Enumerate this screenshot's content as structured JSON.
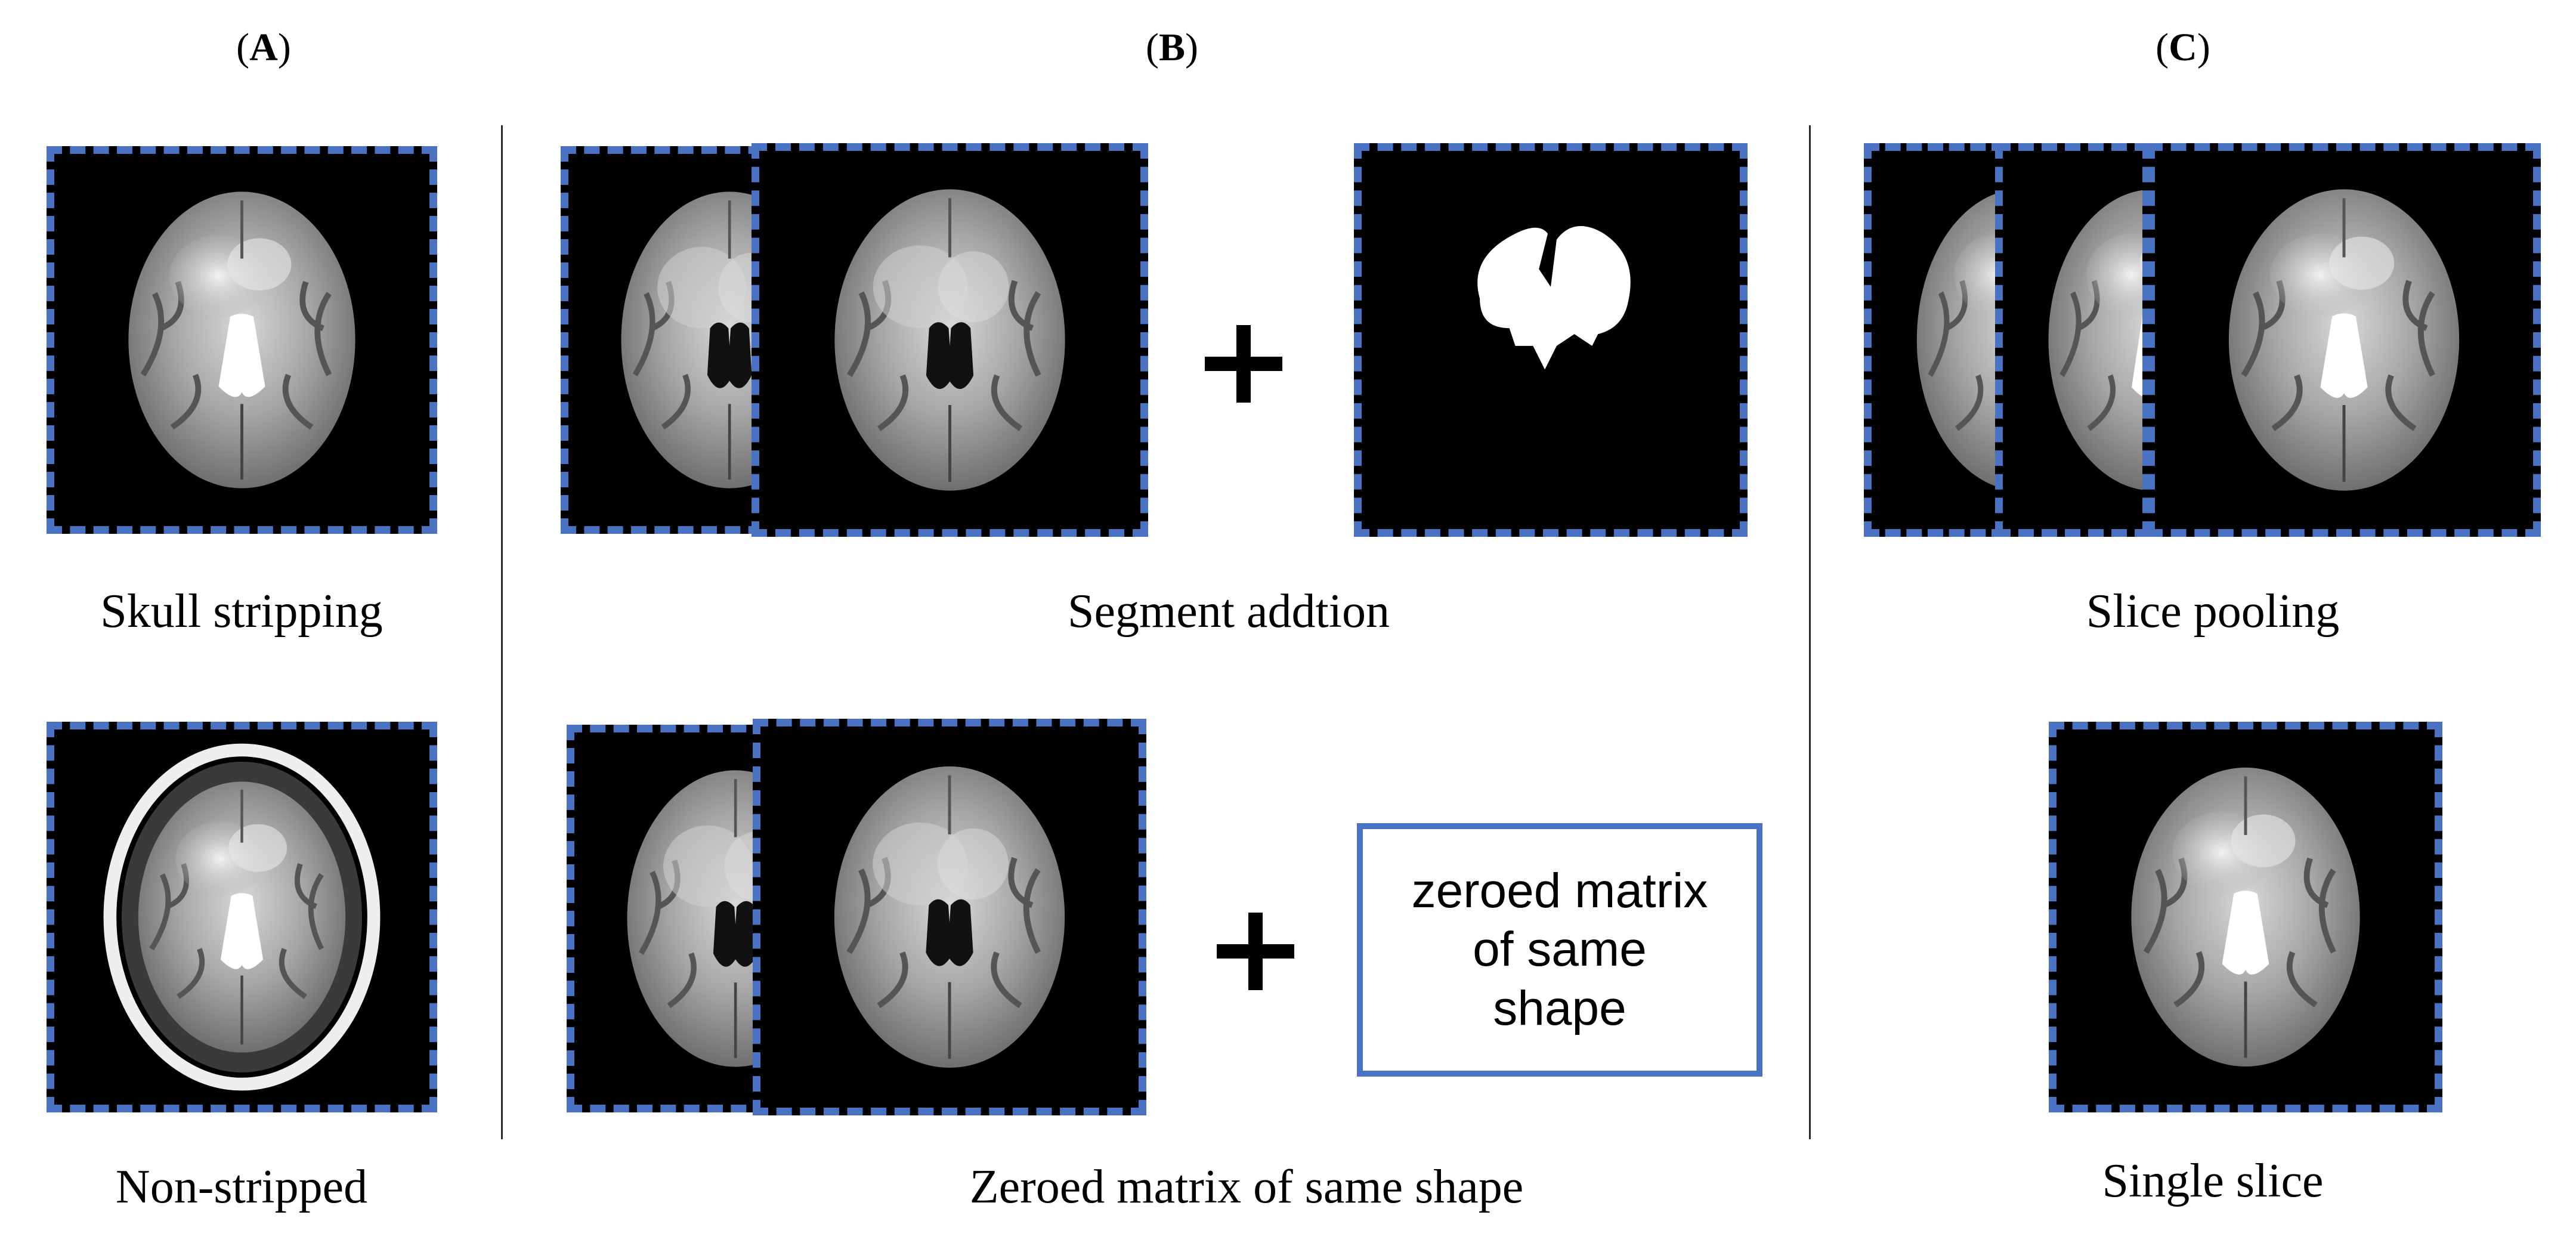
{
  "panels": {
    "a": {
      "open": "(",
      "letter": "A",
      "close": ")"
    },
    "b": {
      "open": "(",
      "letter": "B",
      "close": ")"
    },
    "c": {
      "open": "(",
      "letter": "C",
      "close": ")"
    }
  },
  "captions": {
    "skull_stripping": "Skull stripping",
    "non_stripped": "Non-stripped",
    "segment_addition": "Segment addtion",
    "zeroed_matrix": "Zeroed matrix of same shape",
    "slice_pooling": "Slice pooling",
    "single_slice": "Single slice"
  },
  "zero_box_text": "zeroed matrix\nof  same\nshape",
  "icons": {
    "brain": "brain-mri-icon",
    "mask": "segmentation-mask-icon",
    "plus": "plus-icon"
  },
  "colors": {
    "frame_border": "#4a72c2",
    "image_background": "#000000",
    "divider": "#2a2a2a"
  }
}
